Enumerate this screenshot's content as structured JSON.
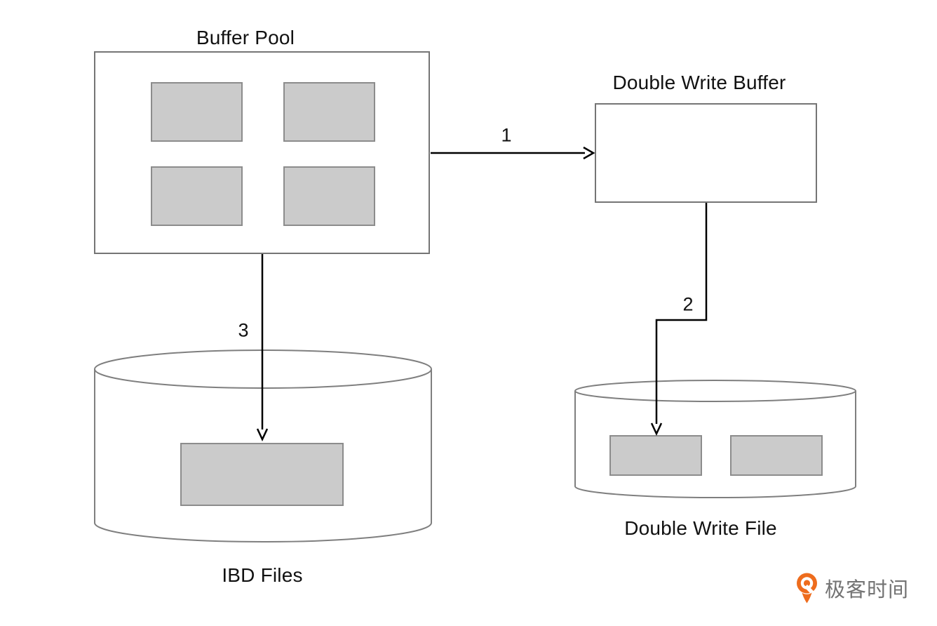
{
  "diagram": {
    "nodes": {
      "buffer_pool": {
        "title": "Buffer Pool",
        "type": "box",
        "page_count": 4
      },
      "double_write_buffer": {
        "title": "Double Write Buffer",
        "type": "box",
        "page_count": 0
      },
      "ibd_files": {
        "title": "IBD Files",
        "type": "cylinder",
        "page_count": 1
      },
      "double_write_file": {
        "title": "Double Write File",
        "type": "cylinder",
        "page_count": 2
      }
    },
    "arrows": [
      {
        "label": "1",
        "from": "Buffer Pool",
        "to": "Double Write Buffer"
      },
      {
        "label": "2",
        "from": "Double Write Buffer",
        "to": "Double Write File"
      },
      {
        "label": "3",
        "from": "Buffer Pool",
        "to": "IBD Files"
      }
    ]
  },
  "branding": {
    "logo_text": "极客时间"
  },
  "colors": {
    "page_fill": "#cbcbcb",
    "page_border": "#8c8c8c",
    "box_border": "#757575",
    "cylinder_stroke": "#7f7f7f",
    "arrow": "#000000",
    "text": "#111111",
    "logo_orange": "#ee6c1d",
    "logo_text_gray": "#737373"
  }
}
